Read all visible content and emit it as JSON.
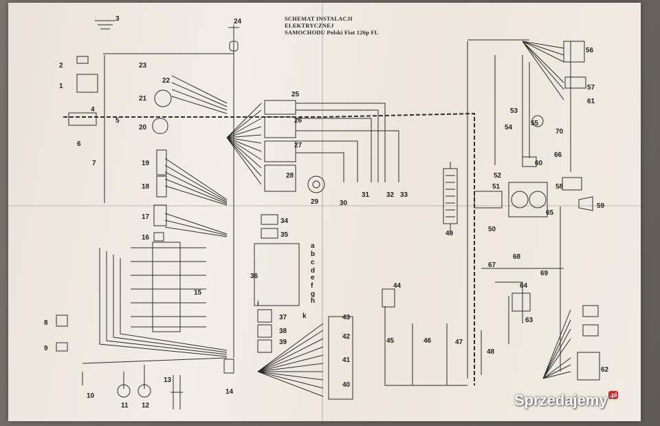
{
  "title_lines": [
    "SCHEMAT INSTALACJI",
    "ELEKTRYCZNEJ",
    "SAMOCHODU Polski Fiat 126p FL"
  ],
  "components": [
    "1",
    "2",
    "3",
    "4",
    "5",
    "6",
    "7",
    "8",
    "9",
    "10",
    "11",
    "12",
    "13",
    "14",
    "15",
    "16",
    "17",
    "18",
    "19",
    "20",
    "21",
    "22",
    "23",
    "24",
    "25",
    "26",
    "27",
    "28",
    "29",
    "30",
    "31",
    "32",
    "33",
    "34",
    "35",
    "36",
    "37",
    "38",
    "39",
    "40",
    "41",
    "42",
    "43",
    "44",
    "45",
    "46",
    "47",
    "48",
    "49",
    "50",
    "51",
    "52",
    "53",
    "54",
    "55",
    "56",
    "57",
    "58",
    "59",
    "60",
    "61",
    "62",
    "63",
    "64",
    "65",
    "66",
    "67",
    "68",
    "69",
    "70",
    "a",
    "b",
    "c",
    "d",
    "e",
    "f",
    "g",
    "h",
    "i",
    "k"
  ],
  "watermark": {
    "text": "Sprzedajemy",
    "suffix": ".pl"
  }
}
